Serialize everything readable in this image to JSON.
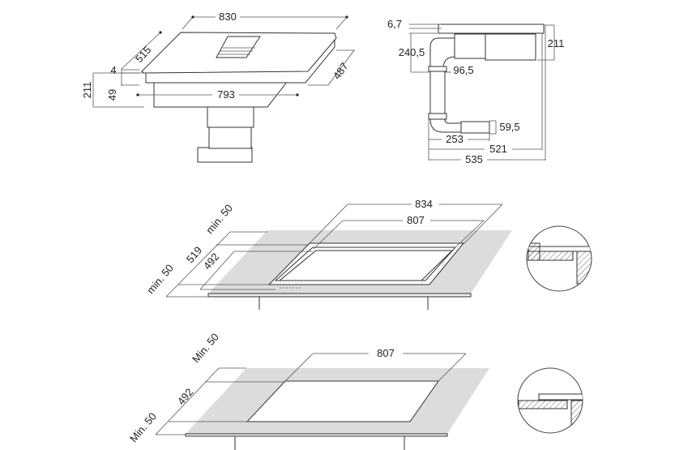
{
  "hob_perspective": {
    "width": "830",
    "depth": "515",
    "depth_body": "487",
    "body_width": "793",
    "glass": "4",
    "frame": "49",
    "total_height": "211"
  },
  "side_view": {
    "glass": "6,7",
    "duct_height": "240,5",
    "duct_dia": "96,5",
    "height": "211",
    "outlet_height": "59,5",
    "outlet_len": "253",
    "depth_body": "521",
    "depth_total": "535"
  },
  "flush_mount": {
    "outer_width": "834",
    "inner_width": "807",
    "min_back": "min. 50",
    "outer_depth": "519",
    "inner_depth": "492",
    "min_front": "min. 50"
  },
  "top_mount": {
    "width": "807",
    "min_back": "Min. 50",
    "depth": "492",
    "min_front": "Min. 50"
  }
}
